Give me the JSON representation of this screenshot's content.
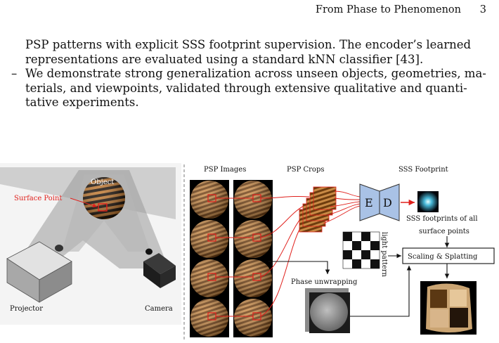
{
  "header": {
    "running_title": "From Phase to Phenomenon",
    "page_number": "3"
  },
  "body": {
    "para_lines": [
      "PSP patterns with explicit SSS footprint supervision. The encoder’s learned",
      "representations are evaluated using a standard kNN classifier [43]."
    ],
    "bullet_marker": "–",
    "bullet_lines": [
      "We demonstrate strong generalization across unseen objects, geometries, ma-",
      "terials, and viewpoints, validated through extensive qualitative and quanti-",
      "tative experiments."
    ]
  },
  "figure": {
    "setup": {
      "object": "Object",
      "surface_point": "Surface Point",
      "projector": "Projector",
      "camera": "Camera"
    },
    "pipeline": {
      "psp_images": "PSP Images",
      "psp_crops": "PSP Crops",
      "sss_footprint": "SSS Footprint",
      "encoder": "E",
      "decoder": "D",
      "footprints_note_line1": "SSS footprints of all",
      "footprints_note_line2": "surface points",
      "light_pattern": "light pattern",
      "phase_unwrapping": "Phase unwrapping",
      "scaling_splatting": "Scaling & Splatting"
    },
    "colors": {
      "highlight_red": "#e0201c",
      "encoder_blue": "#a9c2e6",
      "sphere_brown": "#b8742e"
    }
  }
}
